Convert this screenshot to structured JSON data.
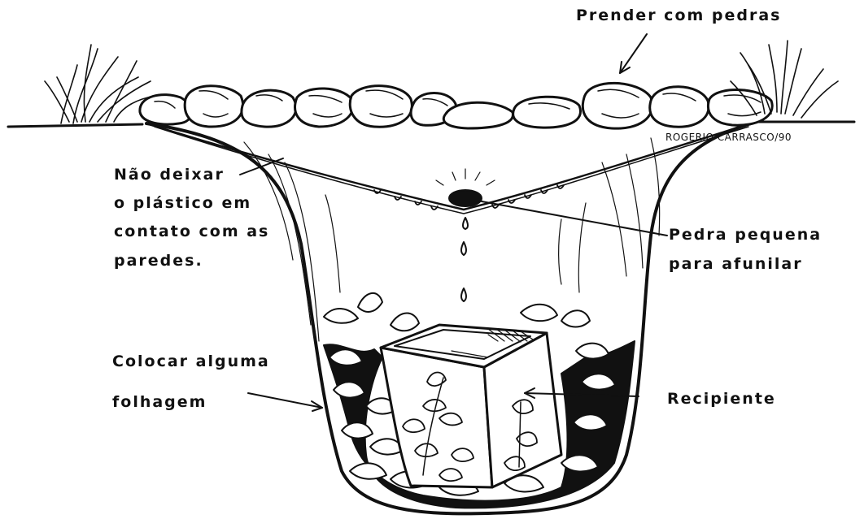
{
  "labels": {
    "prender": "Prender com pedras",
    "nao_deixar": [
      "Não deixar",
      "o plástico em",
      "contato com as",
      "paredes."
    ],
    "pedra_pequena": [
      "Pedra pequena",
      "para afunilar"
    ],
    "colocar": [
      "Colocar alguma",
      "folhagem"
    ],
    "recipiente": "Recipiente",
    "signature": "ROGERIO CARRASCO/90"
  },
  "colors": {
    "ink": "#111111",
    "paper": "#ffffff"
  },
  "elements": [
    "ground-line",
    "rocks",
    "grass-tufts",
    "pit",
    "plastic-sheet",
    "condensation-drops",
    "small-stone",
    "falling-drops",
    "foliage",
    "container"
  ]
}
